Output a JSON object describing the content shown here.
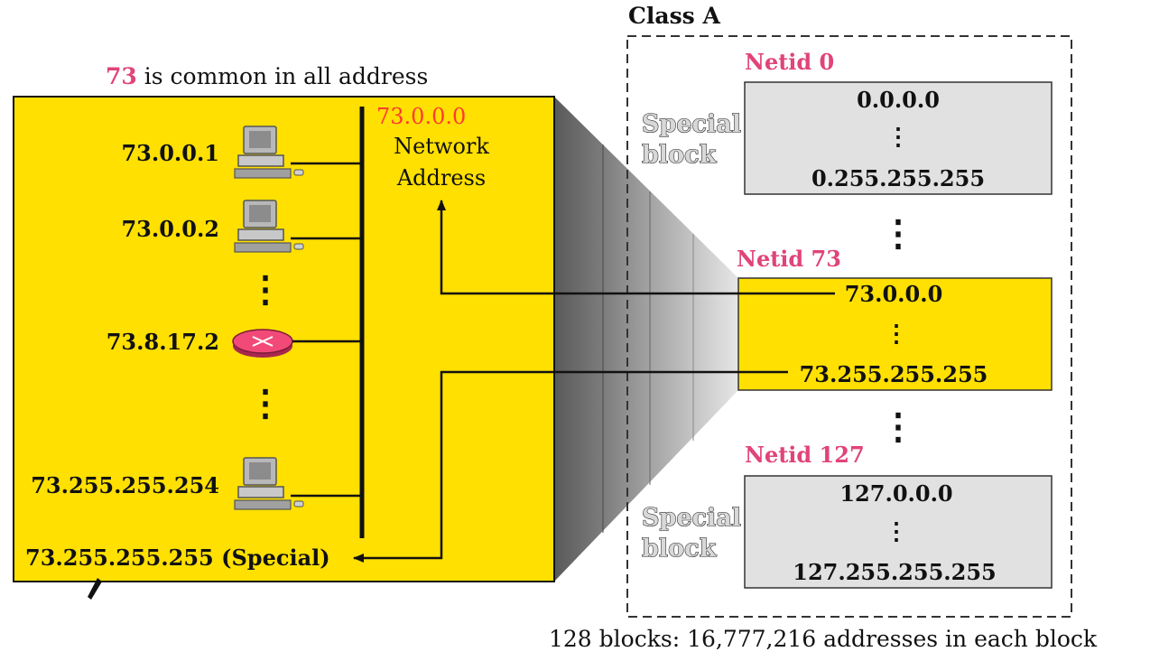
{
  "colors": {
    "network_fill": "#ffe000",
    "block_fill": "#e1e1e1",
    "netid_label": "#e0447a",
    "network_address_label": "#ff3b30",
    "router": "#f24a78"
  },
  "caption": {
    "common_value": "73",
    "common_text": " is common in all address"
  },
  "network": {
    "network_address": "73.0.0.0",
    "network_address_label_line1": "Network",
    "network_address_label_line2": "Address",
    "hosts": [
      {
        "address": "73.0.0.1",
        "icon": "computer-icon"
      },
      {
        "address": "73.0.0.2",
        "icon": "computer-icon"
      },
      {
        "address": "73.8.17.2",
        "icon": "router-icon"
      },
      {
        "address": "73.255.255.254",
        "icon": "computer-icon"
      }
    ],
    "broadcast_address": "73.255.255.255 (Special)"
  },
  "class_panel": {
    "title": "Class A",
    "special_line1": "Special",
    "special_line2": "block",
    "blocks": [
      {
        "netid": "Netid 0",
        "first": "0.0.0.0",
        "last": "0.255.255.255"
      },
      {
        "netid": "Netid 73",
        "first": "73.0.0.0",
        "last": "73.255.255.255"
      },
      {
        "netid": "Netid 127",
        "first": "127.0.0.0",
        "last": "127.255.255.255"
      }
    ],
    "vertical_ellipsis": "⋮",
    "footer": "128 blocks: 16,777,216 addresses in each block"
  }
}
